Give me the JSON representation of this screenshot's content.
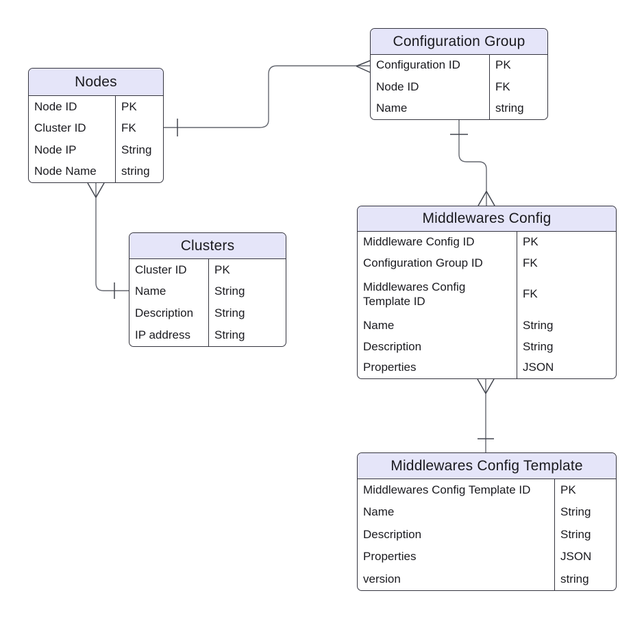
{
  "tables": {
    "nodes": {
      "title": "Nodes",
      "rows": [
        {
          "name": "Node ID",
          "type": "PK"
        },
        {
          "name": "Cluster ID",
          "type": "FK"
        },
        {
          "name": "Node IP",
          "type": "String"
        },
        {
          "name": "Node Name",
          "type": "string"
        }
      ]
    },
    "configuration_group": {
      "title": "Configuration Group",
      "rows": [
        {
          "name": "Configuration ID",
          "type": "PK"
        },
        {
          "name": "Node ID",
          "type": "FK"
        },
        {
          "name": "Name",
          "type": "string"
        }
      ]
    },
    "clusters": {
      "title": "Clusters",
      "rows": [
        {
          "name": "Cluster ID",
          "type": "PK"
        },
        {
          "name": "Name",
          "type": "String"
        },
        {
          "name": "Description",
          "type": "String"
        },
        {
          "name": "IP address",
          "type": "String"
        }
      ]
    },
    "middlewares_config": {
      "title": "Middlewares Config",
      "rows": [
        {
          "name": "Middleware Config ID",
          "type": "PK"
        },
        {
          "name": "Configuration Group ID",
          "type": "FK"
        },
        {
          "name": "Middlewares Config Template ID",
          "type": "FK"
        },
        {
          "name": "Name",
          "type": "String"
        },
        {
          "name": "Description",
          "type": "String"
        },
        {
          "name": "Properties",
          "type": "JSON"
        }
      ]
    },
    "middlewares_config_template": {
      "title": "Middlewares Config Template",
      "rows": [
        {
          "name": "Middlewares Config Template ID",
          "type": "PK"
        },
        {
          "name": "Name",
          "type": "String"
        },
        {
          "name": "Description",
          "type": "String"
        },
        {
          "name": "Properties",
          "type": "JSON"
        },
        {
          "name": "version",
          "type": "string"
        }
      ]
    }
  },
  "relationships": [
    {
      "from": "Nodes",
      "from_cardinality": "one",
      "to": "Configuration Group",
      "to_cardinality": "many"
    },
    {
      "from": "Clusters",
      "from_cardinality": "one",
      "to": "Nodes",
      "to_cardinality": "many"
    },
    {
      "from": "Configuration Group",
      "from_cardinality": "one",
      "to": "Middlewares Config",
      "to_cardinality": "many"
    },
    {
      "from": "Middlewares Config Template",
      "from_cardinality": "one",
      "to": "Middlewares Config",
      "to_cardinality": "many"
    }
  ],
  "colors": {
    "header_fill": "#E5E5F9",
    "table_border": "#34343E",
    "edge_line": "#63666F",
    "edge_marker": "#42454E",
    "text": "#1A1A1F",
    "background": "#FFFFFF"
  }
}
